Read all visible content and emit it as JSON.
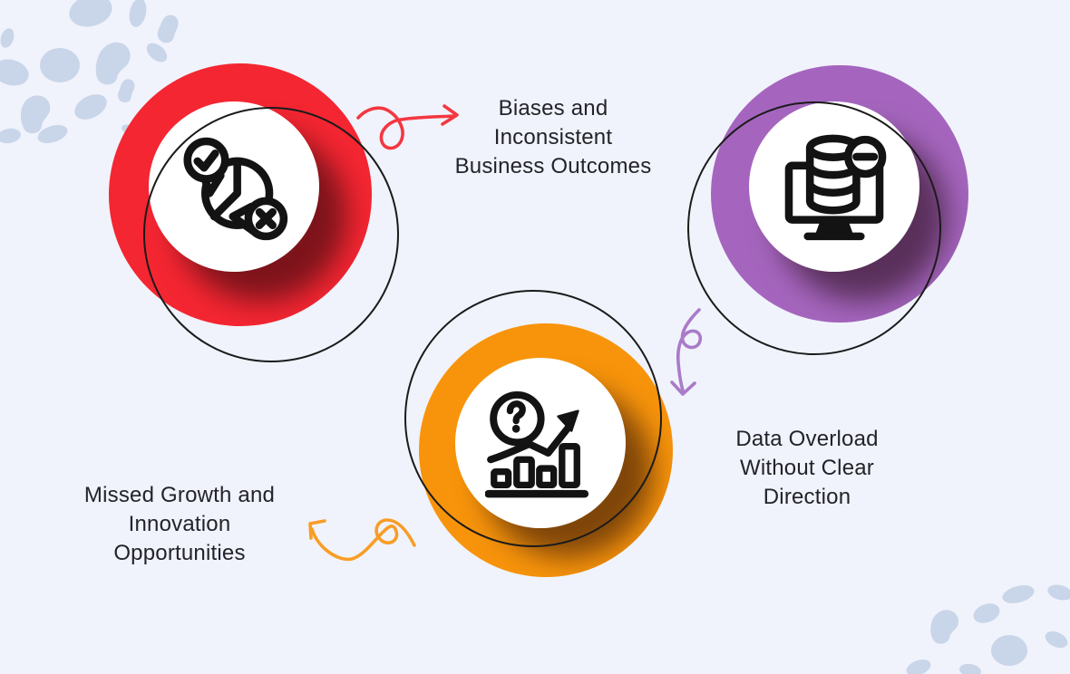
{
  "canvas": {
    "background_color": "#F0F3FB",
    "blob_color": "#C9D5E9",
    "outline_color": "#1B1B1B",
    "inner_circle_color": "#FFFFFF",
    "icon_color": "#131313",
    "text_color": "#232329"
  },
  "items": [
    {
      "name": "biases",
      "ring_color": "#F42632",
      "icon": "pie-chart-check-cross-icon",
      "label_lines": [
        "Biases and",
        "Inconsistent",
        "Business Outcomes"
      ]
    },
    {
      "name": "data-overload",
      "ring_color": "#A565BE",
      "icon": "monitor-database-minus-icon",
      "label_lines": [
        "Data Overload",
        "Without Clear",
        "Direction"
      ]
    },
    {
      "name": "missed-growth",
      "ring_color": "#F8940B",
      "icon": "bar-chart-question-search-icon",
      "label_lines": [
        "Missed Growth and",
        "Innovation",
        "Opportunities"
      ]
    }
  ],
  "arrows": [
    {
      "name": "loop-arrow-to-biases-label",
      "color": "#F43740"
    },
    {
      "name": "loop-arrow-to-overload-label",
      "color": "#A97BC9"
    },
    {
      "name": "loop-arrow-to-missed-label",
      "color": "#F99D26"
    }
  ]
}
